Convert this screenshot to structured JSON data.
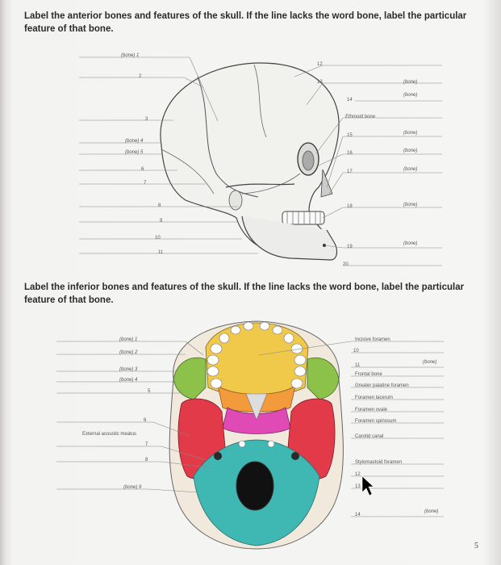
{
  "instructions": {
    "anterior": "Label the anterior bones and features of the skull. If the line lacks the word bone, label the particular feature of that bone.",
    "inferior": "Label the inferior bones and features of the skull. If the line lacks the word bone, label the particular feature of that bone."
  },
  "anterior_labels": {
    "l1": "(bone) 1",
    "l2": "2",
    "l3": "3",
    "l4": "(bone) 4",
    "l5": "(bone) 5",
    "l6": "6",
    "l7": "7",
    "l8": "8",
    "l9": "9",
    "l10": "10",
    "l11": "11",
    "l12": "12",
    "l13": "13",
    "l14": "14",
    "l15": "15",
    "l16": "16",
    "l17": "17",
    "l18": "18",
    "l19": "19",
    "l20": "20",
    "ethmoid": "Ethmoid bone",
    "r1": "(bone)",
    "r2": "(bone)",
    "r3": "(bone)",
    "r4": "(bone)",
    "r5": "(bone)",
    "r6": "(bone)",
    "r7": "(bone)"
  },
  "inferior_labels": {
    "l1": "(bone) 1",
    "l2": "(bone) 2",
    "l3": "(bone) 3",
    "l4": "(bone) 4",
    "l5": "5",
    "l6": "6",
    "ext": "External acoustic meatus",
    "l7": "7",
    "l8": "8",
    "l9": "(bone) 9",
    "incisive": "Incisive foramen",
    "n10": "10",
    "n11": "11",
    "bone_right": "(bone)",
    "frontal": "Frontal bone",
    "greater": "Greater palatine foramen",
    "lacerum": "Foramen lacerum",
    "ovale": "Foramen ovale",
    "spinosum": "Foramen spinosum",
    "carotid": "Carotid canal",
    "stylo": "Stylomastoid foramen",
    "n12": "12",
    "n13": "13",
    "n14": "14",
    "bone_bottom": "(bone)"
  },
  "page_number": "5"
}
